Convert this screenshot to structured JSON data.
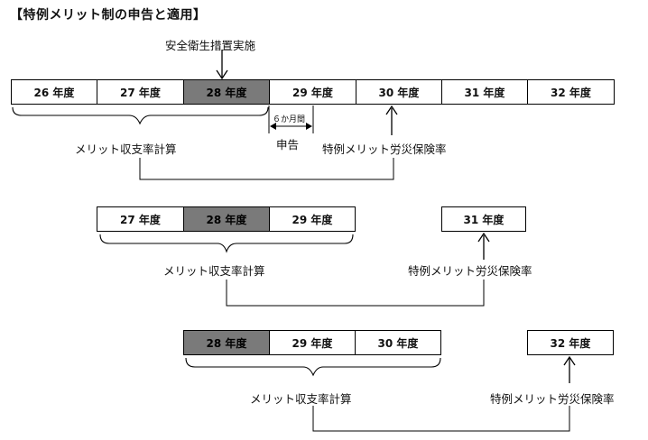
{
  "title": "【特例メリット制の申告と適用】",
  "top_label": "安全衛生措置実施",
  "period_label": "６か月間",
  "apply_label": "申告",
  "calc_label": "メリット収支率計算",
  "rate_label": "特例メリット労災保険率",
  "rows": [
    {
      "cells": [
        "26 年度",
        "27 年度",
        "28 年度",
        "29 年度",
        "30 年度",
        "31 年度",
        "32 年度"
      ],
      "highlight_index": 2
    },
    {
      "cells": [
        "27 年度",
        "28 年度",
        "29 年度"
      ],
      "highlight_index": 1,
      "target": "31 年度"
    },
    {
      "cells": [
        "28 年度",
        "29 年度",
        "30 年度"
      ],
      "highlight_index": 0,
      "target": "32 年度"
    }
  ]
}
